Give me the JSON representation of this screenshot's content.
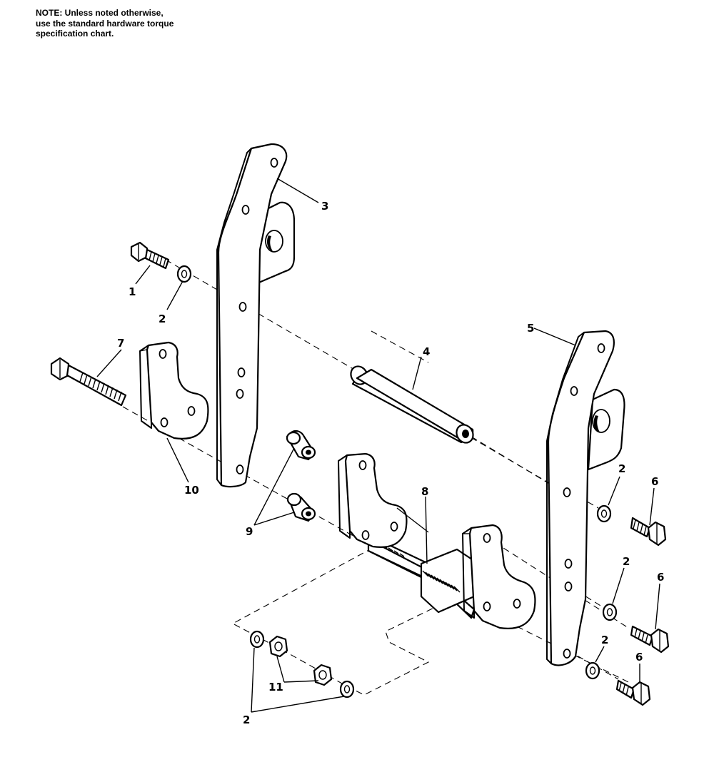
{
  "note": {
    "lines": [
      "NOTE: Unless noted otherwise,",
      "use the standard hardware torque",
      "specification chart."
    ]
  },
  "callouts": {
    "c1": "1",
    "c2a": "2",
    "c3": "3",
    "c4": "4",
    "c5": "5",
    "c7": "7",
    "c8": "8",
    "c9": "9",
    "c10": "10",
    "c2b": "2",
    "c6a": "6",
    "c2c": "2",
    "c6b": "6",
    "c2d": "2",
    "c6c": "6",
    "c11": "11",
    "c2e": "2"
  }
}
